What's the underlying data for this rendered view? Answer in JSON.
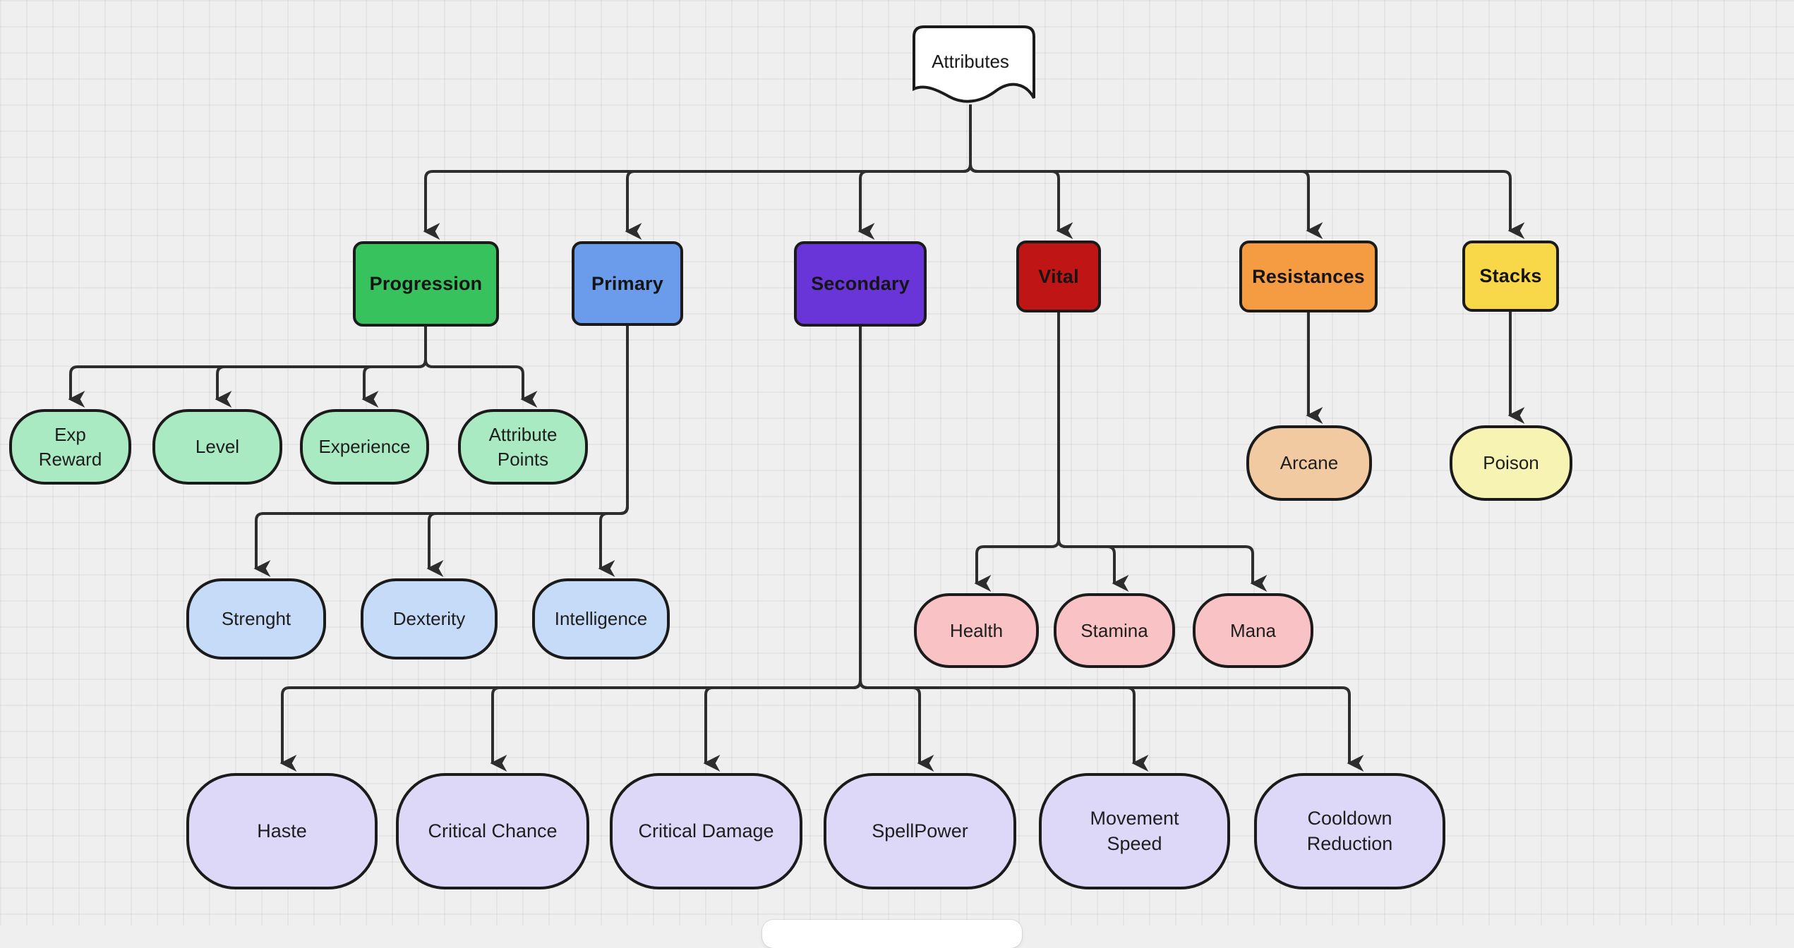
{
  "app": {
    "type": "diagram-canvas",
    "background": "#f0efef",
    "grid_line": "#e6e5e5",
    "edge_color": "#2d2d2d",
    "node_border_color": "#1b1b1b"
  },
  "root": {
    "label": "Attributes",
    "shape": "document",
    "fill": "#ffffff"
  },
  "branches": [
    {
      "label": "Progression",
      "fill": "#37c25e",
      "children": [
        {
          "label": "Exp Reward",
          "fill": "#a9eac3"
        },
        {
          "label": "Level",
          "fill": "#a9eac3"
        },
        {
          "label": "Experience",
          "fill": "#a9eac3"
        },
        {
          "label": "Attribute Points",
          "fill": "#a9eac3"
        }
      ]
    },
    {
      "label": "Primary",
      "fill": "#6a9ceb",
      "children": [
        {
          "label": "Strenght",
          "fill": "#c5dbf8"
        },
        {
          "label": "Dexterity",
          "fill": "#c5dbf8"
        },
        {
          "label": "Intelligence",
          "fill": "#c5dbf8"
        }
      ]
    },
    {
      "label": "Secondary",
      "fill": "#6935d9",
      "children": [
        {
          "label": "Haste",
          "fill": "#ded8f8"
        },
        {
          "label": "Critical Chance",
          "fill": "#ded8f8"
        },
        {
          "label": "Critical Damage",
          "fill": "#ded8f8"
        },
        {
          "label": "SpellPower",
          "fill": "#ded8f8"
        },
        {
          "label": "Movement Speed",
          "fill": "#ded8f8"
        },
        {
          "label": "Cooldown Reduction",
          "fill": "#ded8f8"
        }
      ]
    },
    {
      "label": "Vital",
      "fill": "#c01515",
      "children": [
        {
          "label": "Health",
          "fill": "#f9c2c5"
        },
        {
          "label": "Stamina",
          "fill": "#f9c2c5"
        },
        {
          "label": "Mana",
          "fill": "#f9c2c5"
        }
      ]
    },
    {
      "label": "Resistances",
      "fill": "#f59b42",
      "children": [
        {
          "label": "Arcane",
          "fill": "#f1caa2"
        }
      ]
    },
    {
      "label": "Stacks",
      "fill": "#f8d848",
      "children": [
        {
          "label": "Poison",
          "fill": "#f6f3b3"
        }
      ]
    }
  ]
}
